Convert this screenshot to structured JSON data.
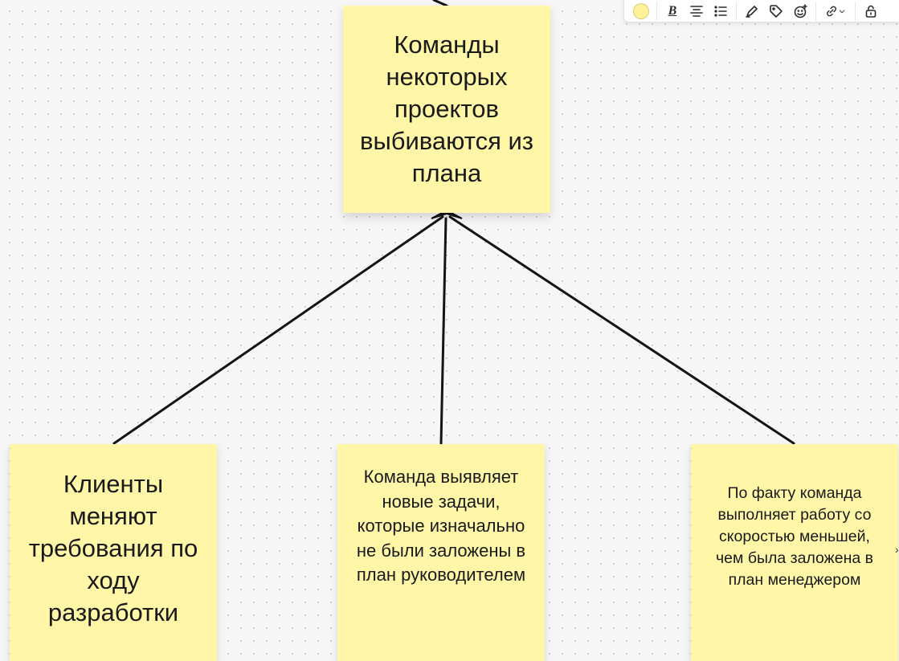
{
  "board": {
    "notes": {
      "top": "Команды некоторых проектов выбиваются из плана",
      "left": "Клиенты меняют требования по ходу разработки",
      "middle": "Команда выявляет новые задачи, которые изначально не были заложены в план руководителем",
      "right": "По факту команда выполняет работу со скоростью меньшей, чем была заложена в план менеджером"
    },
    "note_color": "#fff6a8"
  },
  "toolbar": {
    "selected_color": "#fff19a",
    "buttons": [
      "color-swatch",
      "bold",
      "align-center",
      "bulleted-list",
      "highlight",
      "tag",
      "emoji",
      "link",
      "lock"
    ],
    "bold_label": "B"
  }
}
